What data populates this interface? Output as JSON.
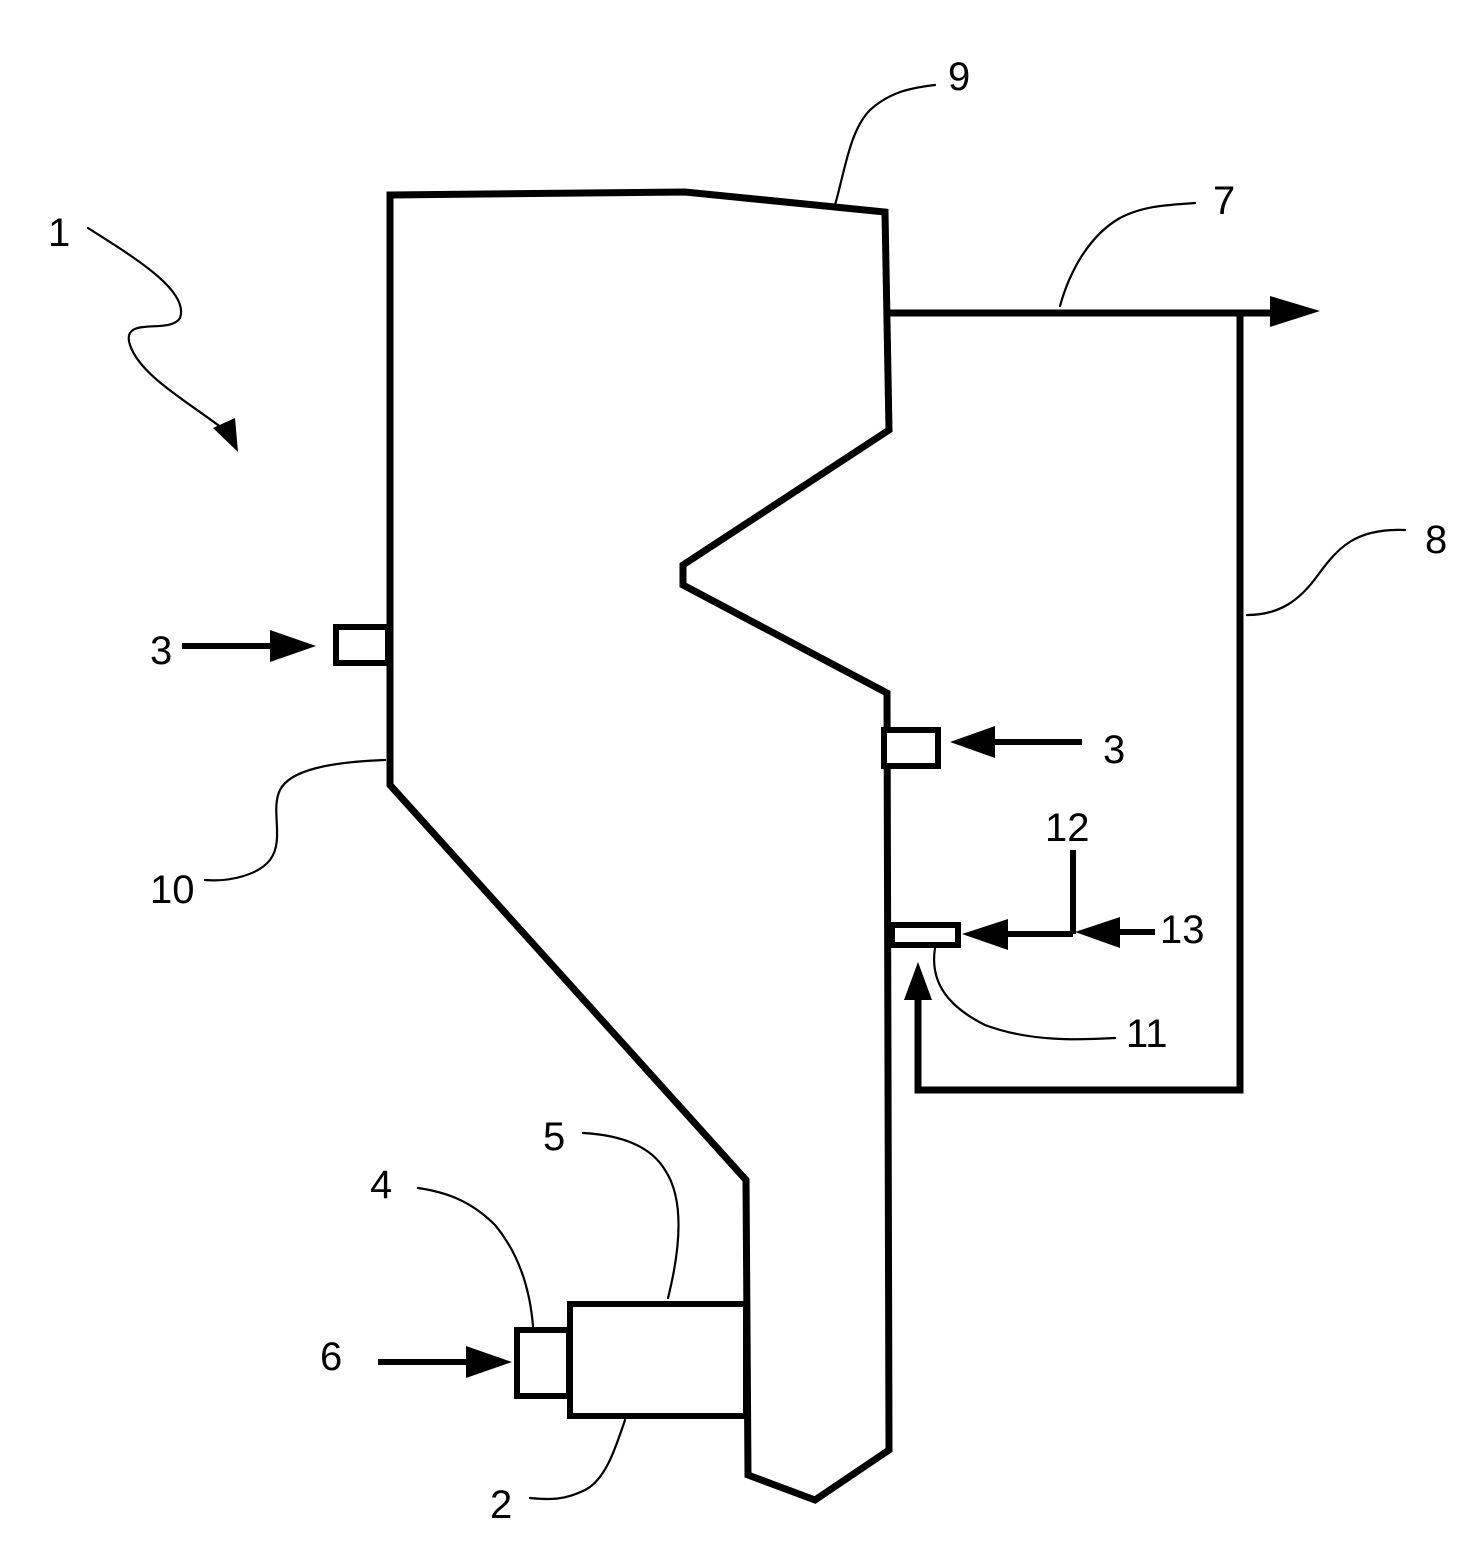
{
  "labels": {
    "label_1": "1",
    "label_2": "2",
    "label_3_left": "3",
    "label_3_right": "3",
    "label_4": "4",
    "label_5": "5",
    "label_6": "6",
    "label_7": "7",
    "label_8": "8",
    "label_9": "9",
    "label_10": "10",
    "label_11": "11",
    "label_12": "12",
    "label_13": "13"
  }
}
